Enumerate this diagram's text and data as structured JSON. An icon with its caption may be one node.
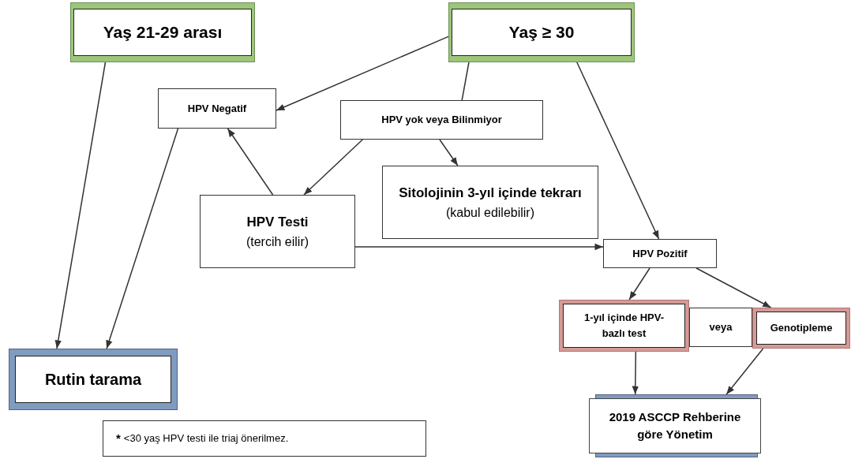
{
  "diagram": {
    "nodes": [
      {
        "text": [
          "Yaş 21-29 arası"
        ]
      },
      {
        "text": [
          "Yaş ≥ 30"
        ]
      },
      {
        "text": [
          "HPV Negatif"
        ]
      },
      {
        "text": [
          "HPV yok veya Bilinmiyor"
        ]
      },
      {
        "text": [
          "Sitolojinin 3-yıl içinde tekrarı",
          "(kabul edilebilir)"
        ]
      },
      {
        "text": [
          "HPV Testi",
          "(tercih eilir)"
        ]
      },
      {
        "text": [
          "HPV Pozitif"
        ]
      },
      {
        "text": [
          "1-yıl içinde HPV-bazlı test"
        ]
      },
      {
        "text": [
          "veya"
        ]
      },
      {
        "text": [
          "Genotipleme"
        ]
      },
      {
        "text": [
          "Rutin tarama"
        ]
      },
      {
        "text": [
          "2019 ASCCP Rehberine göre Yönetim"
        ]
      },
      {
        "text": [
          "*",
          "<30 yaş HPV testi ile triaj önerilmez."
        ]
      }
    ],
    "edges": [
      {
        "from": 0,
        "to": 10,
        "arrow": "to"
      },
      {
        "from": 1,
        "to": 2,
        "arrow": "to"
      },
      {
        "from": 1,
        "to": 3,
        "arrow": "none"
      },
      {
        "from": 1,
        "to": 6,
        "arrow": "to"
      },
      {
        "from": 2,
        "to": 10,
        "arrow": "to"
      },
      {
        "from": 5,
        "to": 2,
        "arrow": "to"
      },
      {
        "from": 3,
        "to": 5,
        "arrow": "to"
      },
      {
        "from": 3,
        "to": 4,
        "arrow": "to"
      },
      {
        "from": 5,
        "to": 6,
        "arrow": "to"
      },
      {
        "from": 6,
        "to": 7,
        "arrow": "to"
      },
      {
        "from": 6,
        "to": 9,
        "arrow": "to"
      },
      {
        "from": 7,
        "to": 11,
        "arrow": "to"
      },
      {
        "from": 9,
        "to": 11,
        "arrow": "to"
      }
    ]
  }
}
